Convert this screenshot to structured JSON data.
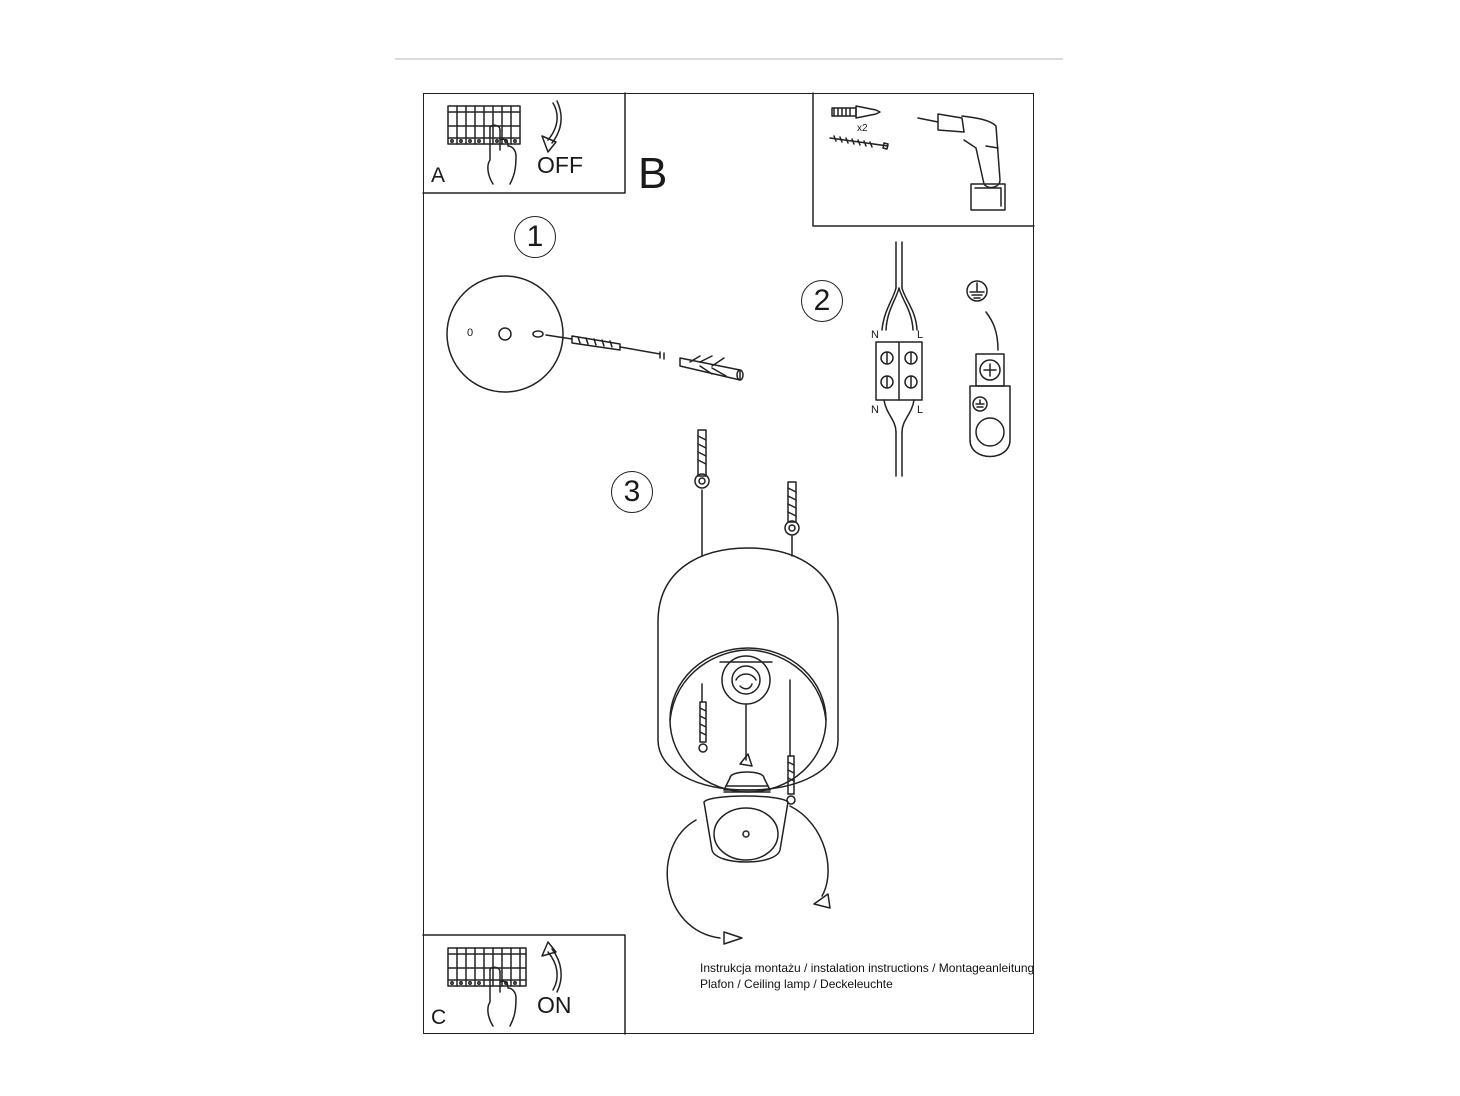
{
  "panels": {
    "a": {
      "letter": "A",
      "state": "OFF"
    },
    "b": {
      "letter": "B"
    },
    "c": {
      "letter": "C",
      "state": "ON"
    }
  },
  "tools": {
    "anchor_count": "x2"
  },
  "steps": [
    {
      "number": "1"
    },
    {
      "number": "2"
    },
    {
      "number": "3"
    }
  ],
  "canopy": {
    "mark": "0"
  },
  "wiring": {
    "top_left": "N",
    "top_right": "L",
    "bottom_left": "N",
    "bottom_right": "L",
    "earth_icon": "earth-ground-icon"
  },
  "captions": {
    "line1": "Instrukcja montażu / instalation instructions / Montageanleitung",
    "line2": "Plafon / Ceiling lamp / Deckeleuchte"
  },
  "colors": {
    "ink": "#222222",
    "rule": "#dcdcdc",
    "background": "#ffffff"
  }
}
